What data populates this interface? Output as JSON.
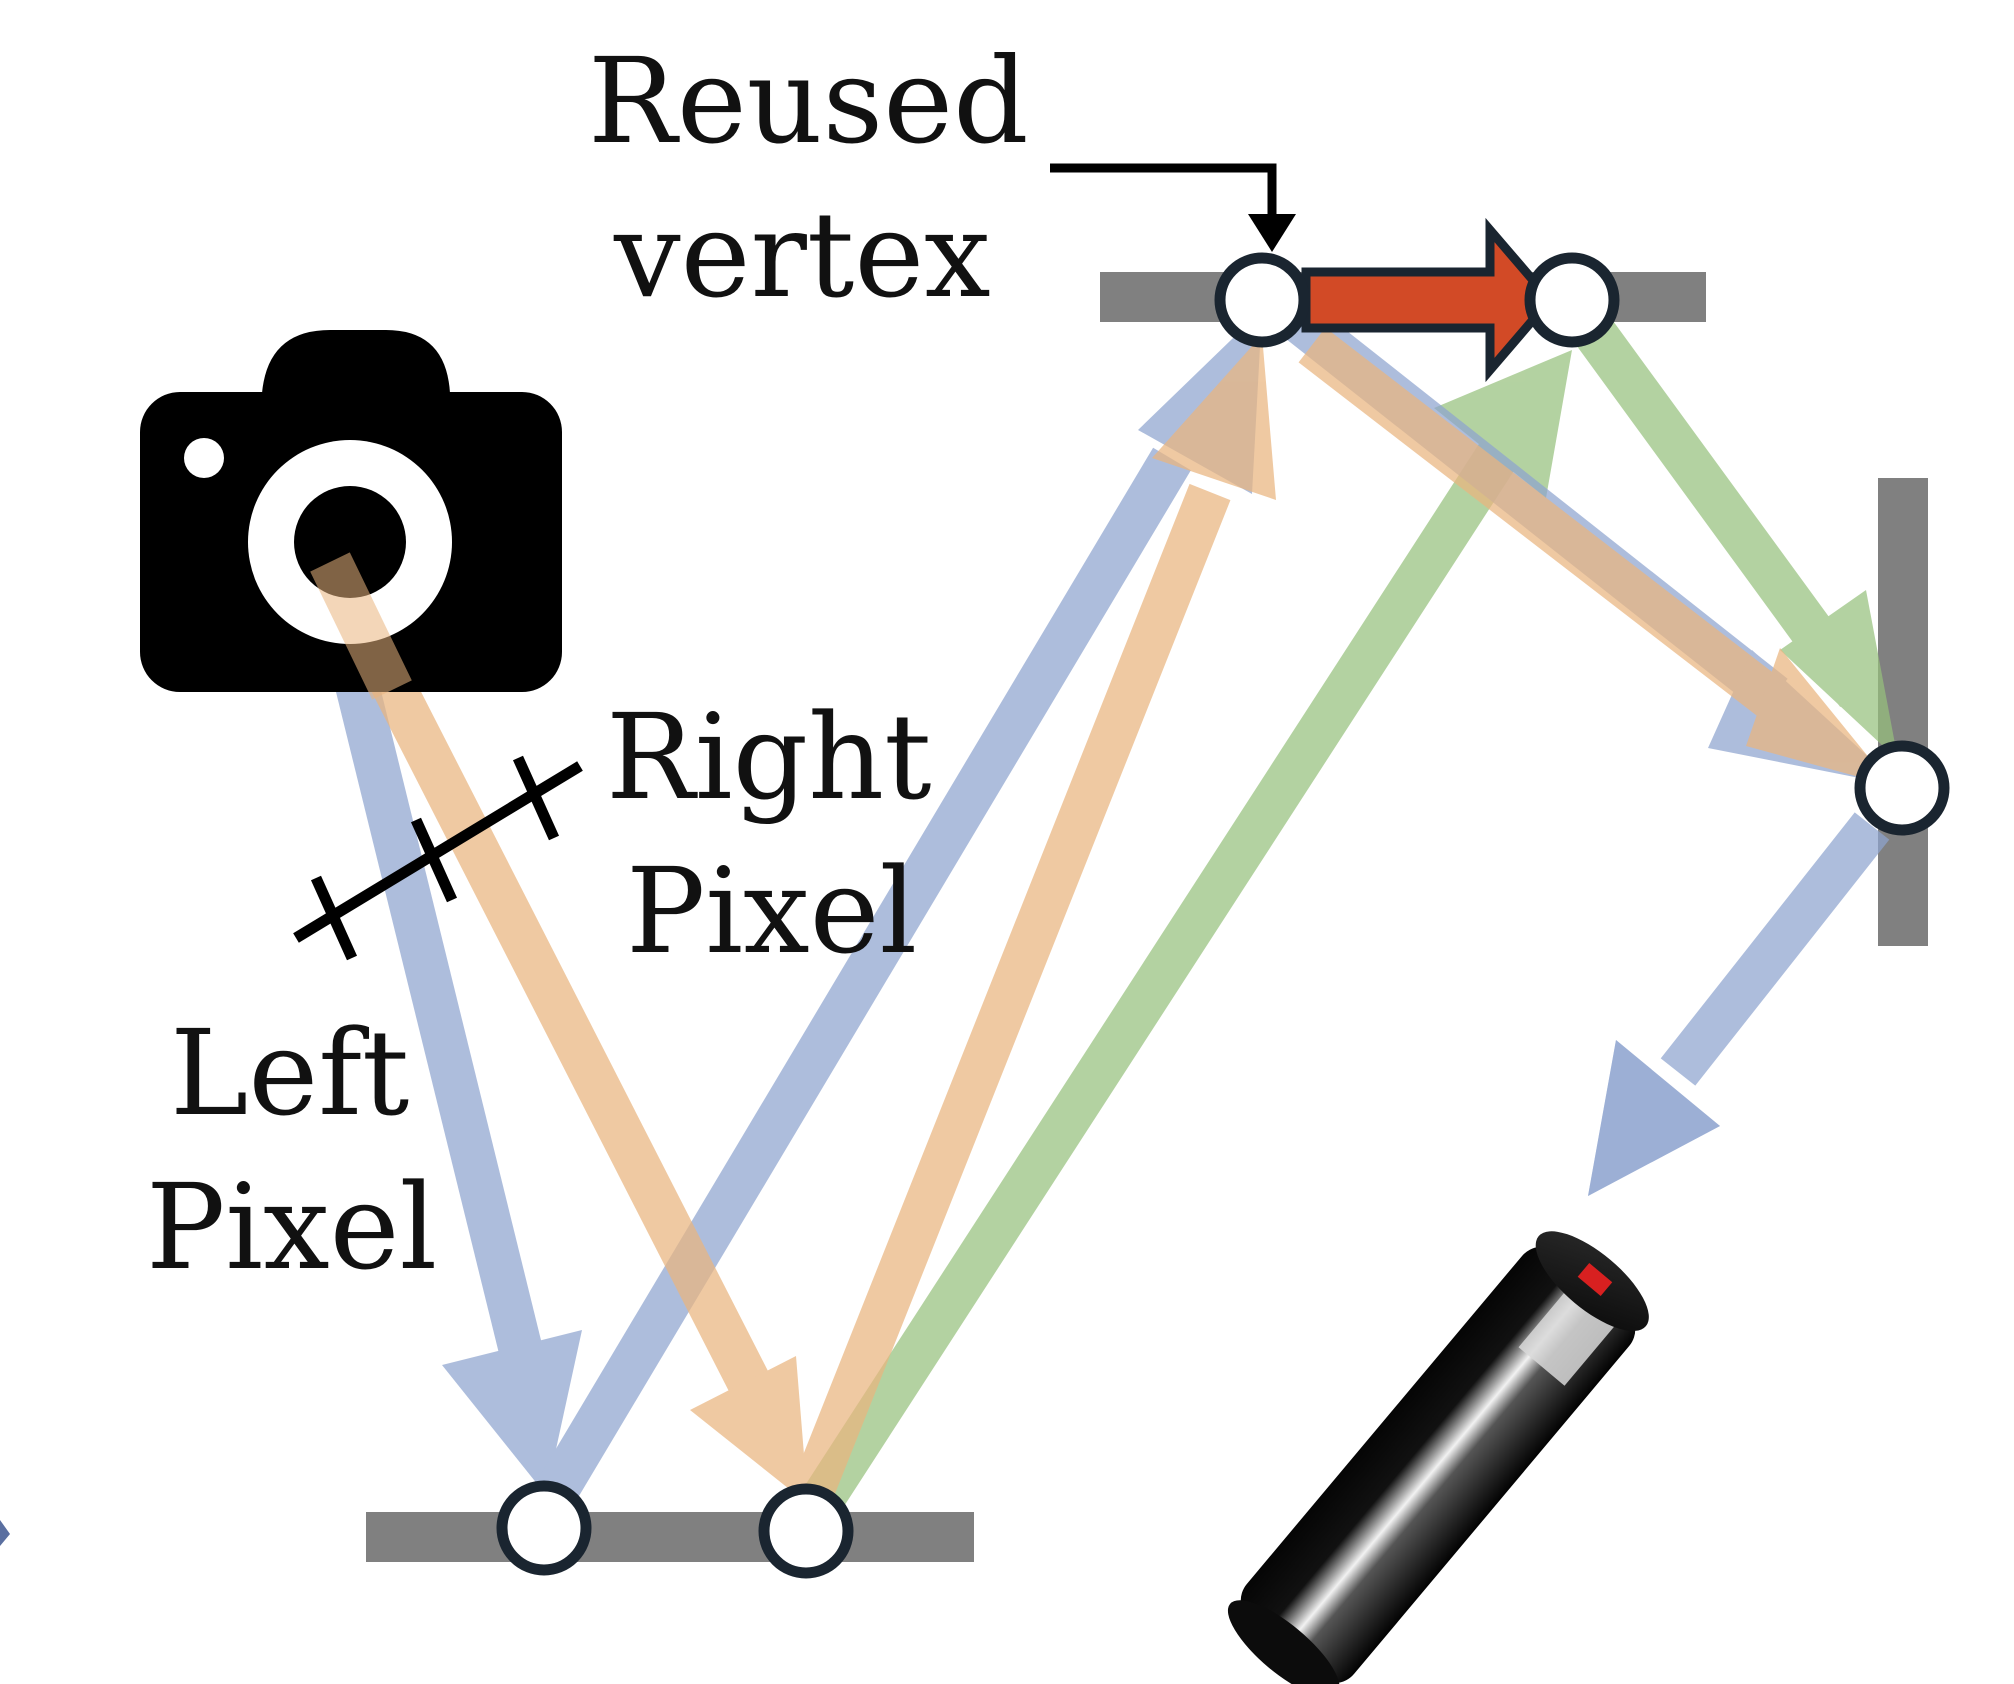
{
  "labels": {
    "reused_vertex_line1": "Reused",
    "reused_vertex_line2": "vertex",
    "right_pixel_line1": "Right",
    "right_pixel_line2": "Pixel",
    "left_pixel_line1": "Left",
    "left_pixel_line2": "Pixel"
  },
  "colors": {
    "surface": "#808080",
    "vertex_stroke": "#1a2530",
    "vertex_fill": "#ffffff",
    "path_blue": "#8ea4cf",
    "path_orange": "#eab57f",
    "path_green": "#97c17d",
    "shift_arrow": "#d24a26",
    "camera": "#000000",
    "pointer": "#000000"
  },
  "icons": [
    "camera-icon",
    "flashlight-icon",
    "pixel-grid-icon"
  ]
}
